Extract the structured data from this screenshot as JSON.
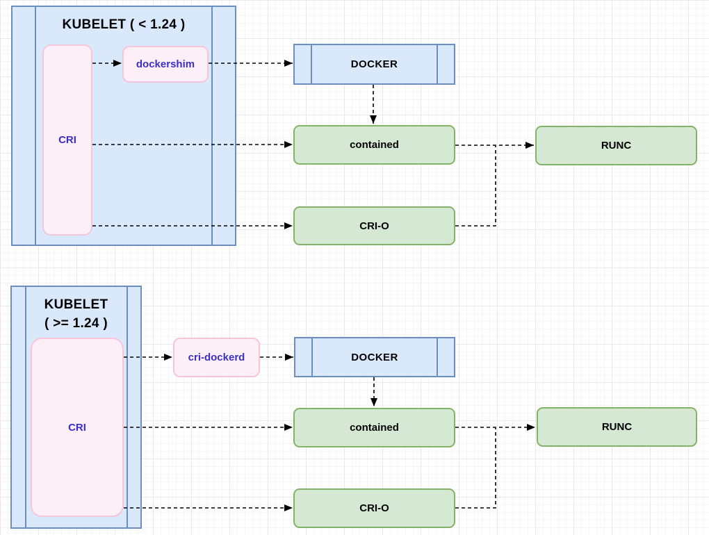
{
  "colors": {
    "blue_fill": "#dae8fc",
    "blue_stroke": "#6c8ebf",
    "green_fill": "#d5e8d4",
    "green_stroke": "#82b366",
    "pink_fill": "#fdeff7",
    "pink_stroke": "#f7c5da",
    "label_blue": "#3b2fc9",
    "label_black": "#000000",
    "wire_black": "#000000"
  },
  "top_diagram": {
    "kubelet": {
      "title": "KUBELET ( < 1.24 )"
    },
    "cri": {
      "label": "CRI"
    },
    "dockershim": {
      "label": "dockershim"
    },
    "docker": {
      "label": "DOCKER"
    },
    "containerd": {
      "label": "contained"
    },
    "crio": {
      "label": "CRI-O"
    },
    "runc": {
      "label": "RUNC"
    }
  },
  "bottom_diagram": {
    "kubelet": {
      "title_line1": "KUBELET",
      "title_line2": "( >= 1.24 )"
    },
    "cri": {
      "label": "CRI"
    },
    "cri_dockerd": {
      "label": "cri-dockerd"
    },
    "docker": {
      "label": "DOCKER"
    },
    "containerd": {
      "label": "contained"
    },
    "crio": {
      "label": "CRI-O"
    },
    "runc": {
      "label": "RUNC"
    }
  }
}
